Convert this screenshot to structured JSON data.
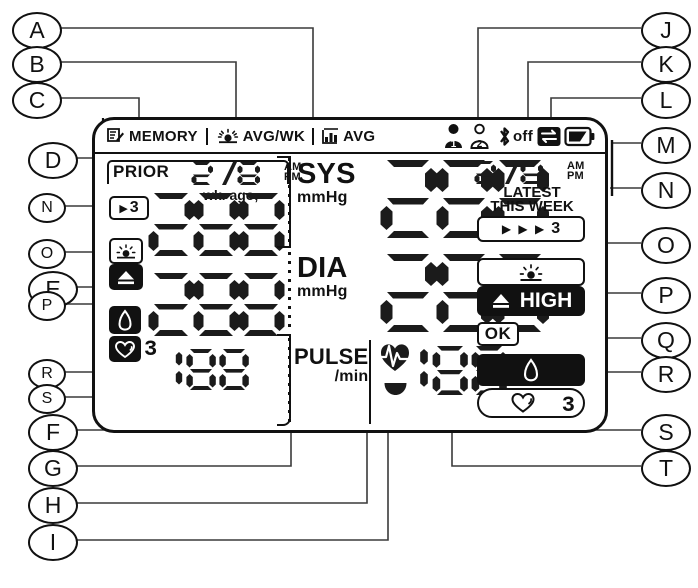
{
  "diagram": {
    "type": "lcd-display-legend",
    "device": "blood-pressure-monitor-display"
  },
  "callouts": {
    "left": [
      {
        "id": "A",
        "size": "big"
      },
      {
        "id": "B",
        "size": "big"
      },
      {
        "id": "C",
        "size": "big"
      },
      {
        "id": "D",
        "size": "big"
      },
      {
        "id": "N",
        "size": "sml"
      },
      {
        "id": "O",
        "size": "sml"
      },
      {
        "id": "E",
        "size": "big"
      },
      {
        "id": "P",
        "size": "sml"
      },
      {
        "id": "R",
        "size": "sml"
      },
      {
        "id": "S",
        "size": "sml"
      },
      {
        "id": "F",
        "size": "big"
      },
      {
        "id": "G",
        "size": "big"
      },
      {
        "id": "H",
        "size": "big"
      },
      {
        "id": "I",
        "size": "big"
      }
    ],
    "right": [
      {
        "id": "J",
        "size": "big"
      },
      {
        "id": "K",
        "size": "big"
      },
      {
        "id": "L",
        "size": "big"
      },
      {
        "id": "M",
        "size": "big"
      },
      {
        "id": "N",
        "size": "big"
      },
      {
        "id": "O",
        "size": "big"
      },
      {
        "id": "P",
        "size": "big"
      },
      {
        "id": "Q",
        "size": "big"
      },
      {
        "id": "R",
        "size": "big"
      },
      {
        "id": "S",
        "size": "big"
      },
      {
        "id": "T",
        "size": "big"
      }
    ]
  },
  "statusbar": {
    "memory_label": "MEMORY",
    "avg_wk_label": "AVG/WK",
    "avg_label": "AVG",
    "bluetooth_state": "off",
    "user1_number": "1",
    "user2_number": "2",
    "icons": {
      "memory": "memory-note-icon",
      "avg_wk": "sun-icon",
      "avg": "bar-chart-icon",
      "bluetooth": "bluetooth-icon",
      "transfer": "data-transfer-icon",
      "battery": "battery-icon"
    }
  },
  "left_panel": {
    "prior_label": "PRIOR",
    "date_value": "28/88",
    "am_label": "AM",
    "pm_label": "PM",
    "wk_ago_label": "wk. ago,",
    "sys_value": "288",
    "dia_value": "288",
    "pulse_value": "188",
    "avg_count_badge": "3",
    "avg_count_arrow": "▶",
    "sunrise_icon": "sunrise-icon",
    "up_arrow_icon": "up-arrow-bar-icon",
    "body_movement_icon": "body-movement-icon",
    "irregular_heartbeat_icon": "irregular-heartbeat-icon",
    "irregular_count": "3"
  },
  "center_panel": {
    "sys_label": "SYS",
    "sys_unit": "mmHg",
    "dia_label": "DIA",
    "dia_unit": "mmHg",
    "pulse_label": "PULSE",
    "pulse_unit": "/min",
    "heartbeat_icon": "heart-waveform-icon",
    "heart_marker_icon": "heartbeat-marker-icon"
  },
  "right_panel": {
    "date_value": "28/88",
    "am_label": "AM",
    "pm_label": "PM",
    "latest_label": "LATEST",
    "this_week_label": "THIS WEEK",
    "week_count": "3",
    "week_arrows": "▶ ▶ ▶",
    "sunrise_icon": "sunrise-icon",
    "high_label": "HIGH",
    "high_arrow_icon": "up-arrow-bar-icon",
    "ok_label": "OK",
    "body_movement_icon": "body-movement-icon",
    "irregular_heartbeat_icon": "irregular-heartbeat-icon",
    "irregular_count": "3"
  },
  "readouts": {
    "sys_value": "288",
    "dia_value": "288",
    "pulse_value": "188"
  },
  "colors": {
    "ink": "#111111",
    "segment": "#1b1b1b",
    "background": "#ffffff"
  }
}
